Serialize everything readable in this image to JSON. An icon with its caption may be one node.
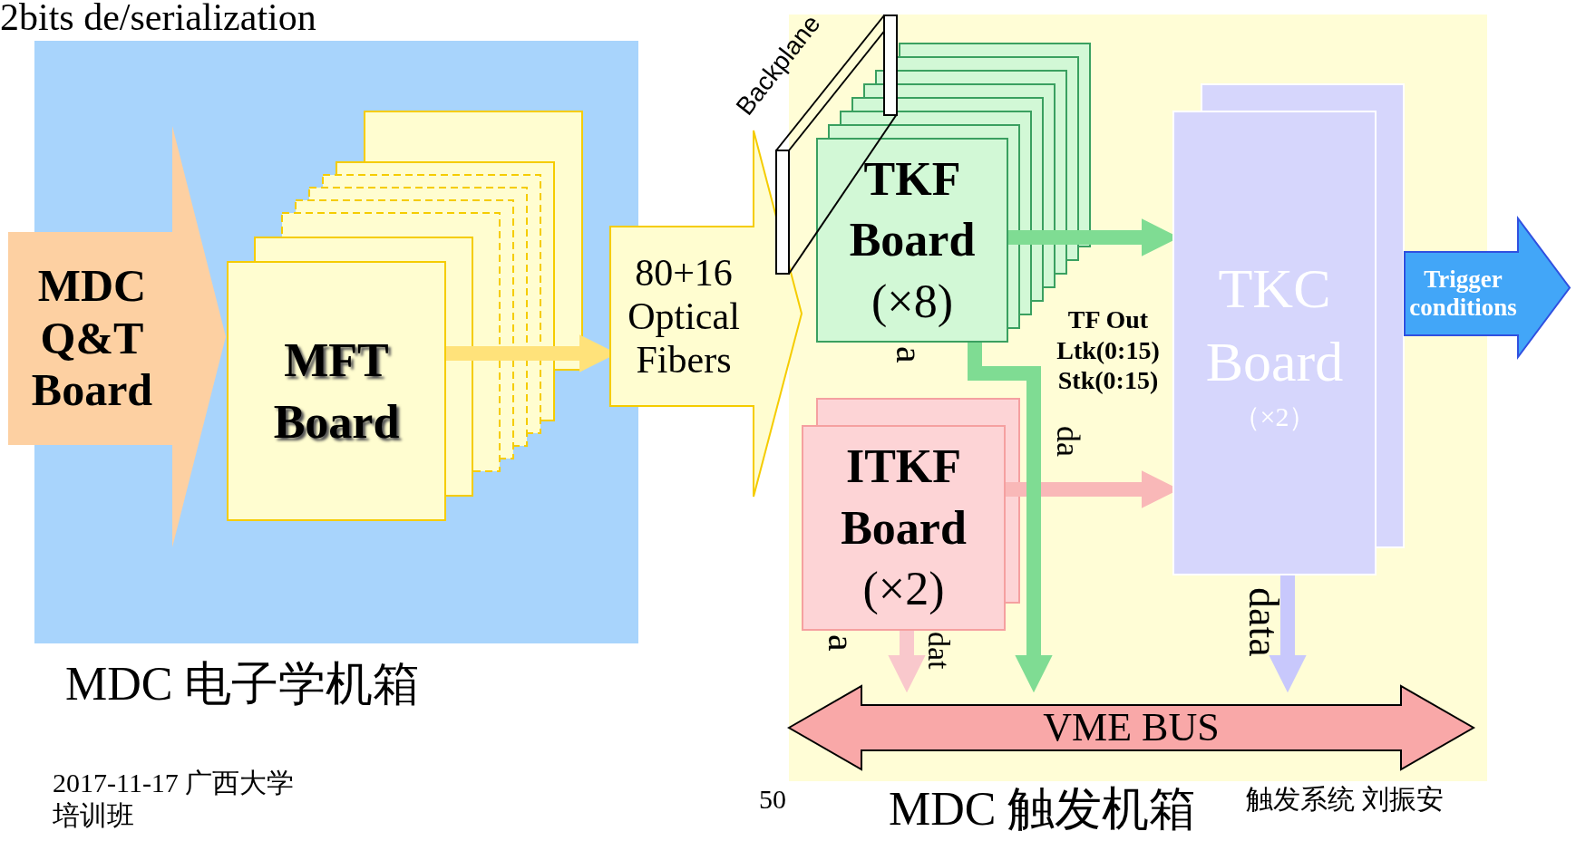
{
  "diagram": {
    "nodes": [
      {
        "text": [
          "MDC 电子学机箱"
        ]
      },
      {
        "text": [
          "MDC Q&T Board"
        ],
        "in": 0
      },
      {
        "text": [
          "MFT Board"
        ],
        "in": 0
      },
      {
        "text": [
          "80+16 Optical Fibers"
        ]
      },
      {
        "text": [
          "MDC 触发机箱"
        ]
      },
      {
        "text": [
          "Backplane"
        ]
      },
      {
        "text": [
          "TKF Board",
          "(×8)"
        ],
        "in": 4
      },
      {
        "text": [
          "ITKF Board",
          "(×2)"
        ],
        "in": 4
      },
      {
        "text": [
          "TKC Board",
          "（×2）"
        ],
        "in": 4
      },
      {
        "text": [
          "VME BUS"
        ],
        "in": 4
      },
      {
        "text": [
          "Trigger conditions"
        ]
      }
    ],
    "edges": [
      {
        "from": 2,
        "to": 3,
        "arrow": "to",
        "color": "#ffe27a"
      },
      {
        "from": 6,
        "to": 8,
        "arrow": "to",
        "color": "#7fdc93"
      },
      {
        "from": 7,
        "to": 8,
        "arrow": "to",
        "color": "#f9b8b8"
      },
      {
        "from": 6,
        "to": 9,
        "arrow": "to",
        "label": "da",
        "color": "#7fdc93"
      },
      {
        "from": 7,
        "to": 9,
        "arrow": "to",
        "label": "dat",
        "color": "#f9c8cc"
      },
      {
        "from": 8,
        "to": 9,
        "arrow": "to",
        "label": "data",
        "color": "#c8c8fc"
      }
    ],
    "labels": [
      "2bits de/serialization",
      "a",
      "a",
      "TF Out Ltk(0:15) Stk(0:15)",
      "50",
      "2017-11-17 广西大学",
      "培训班",
      "触发系统 刘振安"
    ]
  }
}
